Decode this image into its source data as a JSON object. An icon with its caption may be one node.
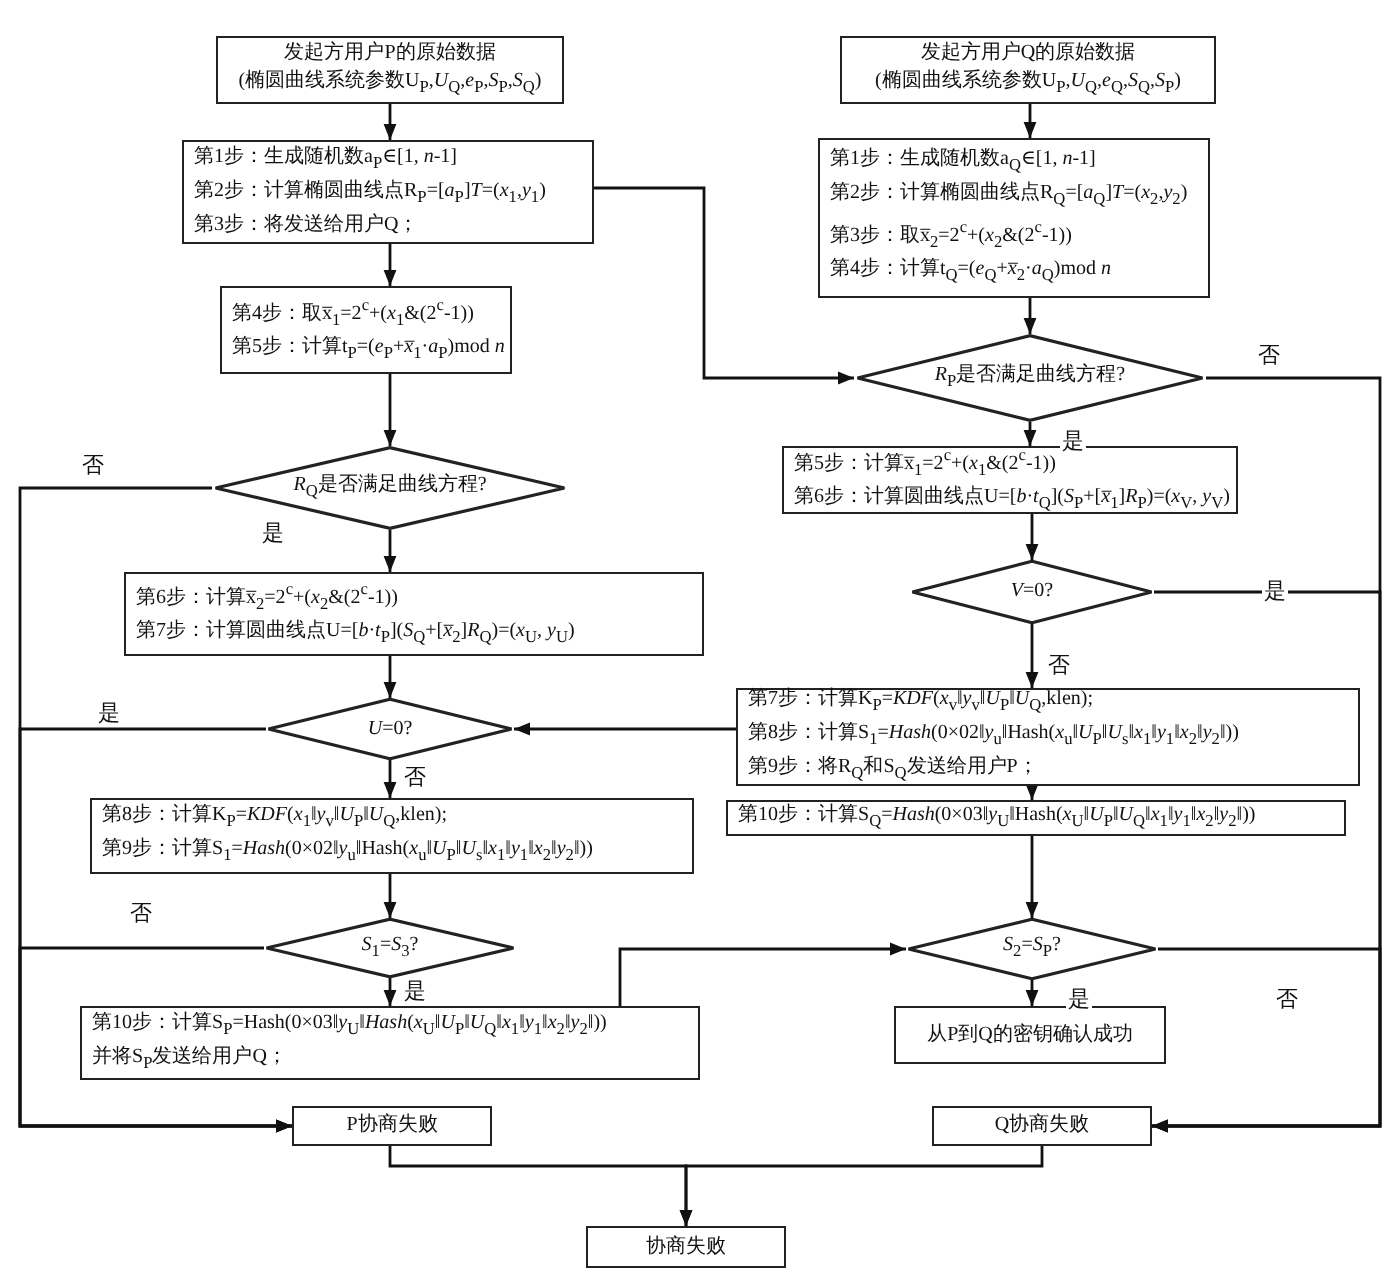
{
  "diagram": {
    "nodes": [
      {
        "text": [
          "发起方用户P的原始数据",
          "(椭圆曲线系统参数U$_{P}$,*U*$_{Q}$,*e*$_{P}$,*S*$_{P}$,*S*$_{Q}$)"
        ]
      },
      {
        "text": [
          "发起方用户Q的原始数据",
          "(椭圆曲线系统参数U$_{P}$,*U*$_{Q}$,*e*$_{Q}$,*S*$_{Q}$,*S*$_{P}$)"
        ]
      },
      {
        "text": [
          "第1步：生成随机数a$_{P}$∈[1, *n*-1]",
          "第2步：计算椭圆曲线点R$_{P}$=[*a*$_{P}$]*T*=(*x*$_{1}$,*y*$_{1}$)",
          "第3步：将发送给用户Q；"
        ]
      },
      {
        "text": [
          "第1步：生成随机数a$_{Q}$∈[1, *n*-1]",
          "第2步：计算椭圆曲线点R$_{Q}$=[*a*$_{Q}$]*T*=(*x*$_{2}$,*y*$_{2}$)",
          "第3步：取x̅$_{2}$=2$^{c}$+(*x*$_{2}$&(2$^{c}$-1))",
          "第4步：计算t$_{Q}$=(*e*$_{Q}$+*x̅*$_{2}$·*a*$_{Q}$)mod *n*"
        ]
      },
      {
        "text": [
          "第4步：取x̅$_{1}$=2$^{c}$+(*x*$_{1}$&(2$^{c}$-1))",
          "第5步：计算t$_{P}$=(*e*$_{P}$+*x̅*$_{1}$·*a*$_{P}$)mod *n*"
        ]
      },
      {
        "text": [
          "*R*$_{P}$是否满足曲线方程?"
        ]
      },
      {
        "text": [
          "*R*$_{Q}$是否满足曲线方程?"
        ]
      },
      {
        "text": [
          "第5步：计算x̅$_{1}$=2$^{c}$+(*x*$_{1}$&(2$^{c}$-1))",
          "第6步：计算圆曲线点U=[*b*·*t*$_{Q}$](*S*$_{P}$+[*x̅*$_{1}$]*R*$_{P}$)=(*x*$_{V}$, *y*$_{V}$)"
        ]
      },
      {
        "text": [
          "第6步：计算x̅$_{2}$=2$^{c}$+(*x*$_{2}$&(2$^{c}$-1))",
          "第7步：计算圆曲线点U=[*b*·*t*$_{P}$](*S*$_{Q}$+[*x̅*$_{2}$]*R*$_{Q}$)=(*x*$_{U}$, *y*$_{U}$)"
        ]
      },
      {
        "text": [
          "*V*=0?"
        ]
      },
      {
        "text": [
          "*U*=0?"
        ]
      },
      {
        "text": [
          "第7步：计算K$_{P}$=*KDF*(*x*$_{v}$‖*y*$_{v}$‖*U*$_{P}$‖*U*$_{Q}$,klen);",
          "第8步：计算S$_{1}$=*Hash*(0×02‖*y*$_{u}$‖Hash(*x*$_{u}$‖*U*$_{P}$‖*U*$_{s}$‖*x*$_{1}$‖*y*$_{1}$‖*x*$_{2}$‖*y*$_{2}$‖))",
          "第9步：将R$_{Q}$和S$_{Q}$发送给用户P；"
        ]
      },
      {
        "text": [
          "第8步：计算K$_{P}$=*KDF*(*x*$_{1}$‖*y*$_{v}$‖*U*$_{P}$‖*U*$_{Q}$,klen);",
          "第9步：计算S$_{1}$=*Hash*(0×02‖*y*$_{u}$‖Hash(*x*$_{u}$‖*U*$_{P}$‖*U*$_{s}$‖*x*$_{1}$‖*y*$_{1}$‖*x*$_{2}$‖*y*$_{2}$‖))"
        ]
      },
      {
        "text": [
          "第10步：计算S$_{Q}$=*Hash*(0×03‖*y*$_{U}$‖Hash(*x*$_{U}$‖*U*$_{P}$‖*U*$_{Q}$‖*x*$_{1}$‖*y*$_{1}$‖*x*$_{2}$‖*y*$_{2}$‖))"
        ]
      },
      {
        "text": [
          "*S*$_{1}$=*S*$_{3}$?"
        ]
      },
      {
        "text": [
          "*S*$_{2}$=*S*$_{P}$?"
        ]
      },
      {
        "text": [
          "第10步：计算S$_{P}$=Hash(0×03‖*y*$_{U}$‖*Hash*(*x*$_{U}$‖*U*$_{P}$‖*U*$_{Q}$‖*x*$_{1}$‖*y*$_{1}$‖*x*$_{2}$‖*y*$_{2}$‖))",
          "并将S$_{P}$发送给用户Q；"
        ]
      },
      {
        "text": [
          "从P到Q的密钥确认成功"
        ]
      },
      {
        "text": [
          "P协商失败"
        ]
      },
      {
        "text": [
          "Q协商失败"
        ]
      },
      {
        "text": [
          "协商失败"
        ]
      }
    ],
    "edges": [
      {
        "from": 0,
        "to": 2,
        "arrow": "to"
      },
      {
        "from": 2,
        "to": 4,
        "arrow": "to"
      },
      {
        "from": 4,
        "to": 6,
        "arrow": "to"
      },
      {
        "from": 6,
        "to": 8,
        "arrow": "to",
        "label": "是"
      },
      {
        "from": 6,
        "to": 18,
        "arrow": "to",
        "label": "否"
      },
      {
        "from": 8,
        "to": 10,
        "arrow": "to"
      },
      {
        "from": 10,
        "to": 18,
        "arrow": "to",
        "label": "是"
      },
      {
        "from": 10,
        "to": 12,
        "arrow": "to",
        "label": "否"
      },
      {
        "from": 12,
        "to": 14,
        "arrow": "to"
      },
      {
        "from": 14,
        "to": 18,
        "arrow": "to",
        "label": "否"
      },
      {
        "from": 14,
        "to": 16,
        "arrow": "to",
        "label": "是"
      },
      {
        "from": 16,
        "to": 15,
        "arrow": "to"
      },
      {
        "from": 2,
        "to": 5,
        "arrow": "to"
      },
      {
        "from": 1,
        "to": 3,
        "arrow": "to"
      },
      {
        "from": 3,
        "to": 5,
        "arrow": "to"
      },
      {
        "from": 5,
        "to": 7,
        "arrow": "to",
        "label": "是"
      },
      {
        "from": 5,
        "to": 19,
        "arrow": "to",
        "label": "否"
      },
      {
        "from": 7,
        "to": 9,
        "arrow": "to"
      },
      {
        "from": 9,
        "to": 19,
        "arrow": "to",
        "label": "是"
      },
      {
        "from": 9,
        "to": 11,
        "arrow": "to",
        "label": "否"
      },
      {
        "from": 11,
        "to": 10,
        "arrow": "to"
      },
      {
        "from": 11,
        "to": 13,
        "arrow": "to"
      },
      {
        "from": 13,
        "to": 15,
        "arrow": "to"
      },
      {
        "from": 15,
        "to": 17,
        "arrow": "to",
        "label": "是"
      },
      {
        "from": 15,
        "to": 19,
        "arrow": "to",
        "label": "否"
      },
      {
        "from": 18,
        "to": 20,
        "arrow": "to"
      },
      {
        "from": 19,
        "to": 20,
        "arrow": "to"
      }
    ]
  }
}
